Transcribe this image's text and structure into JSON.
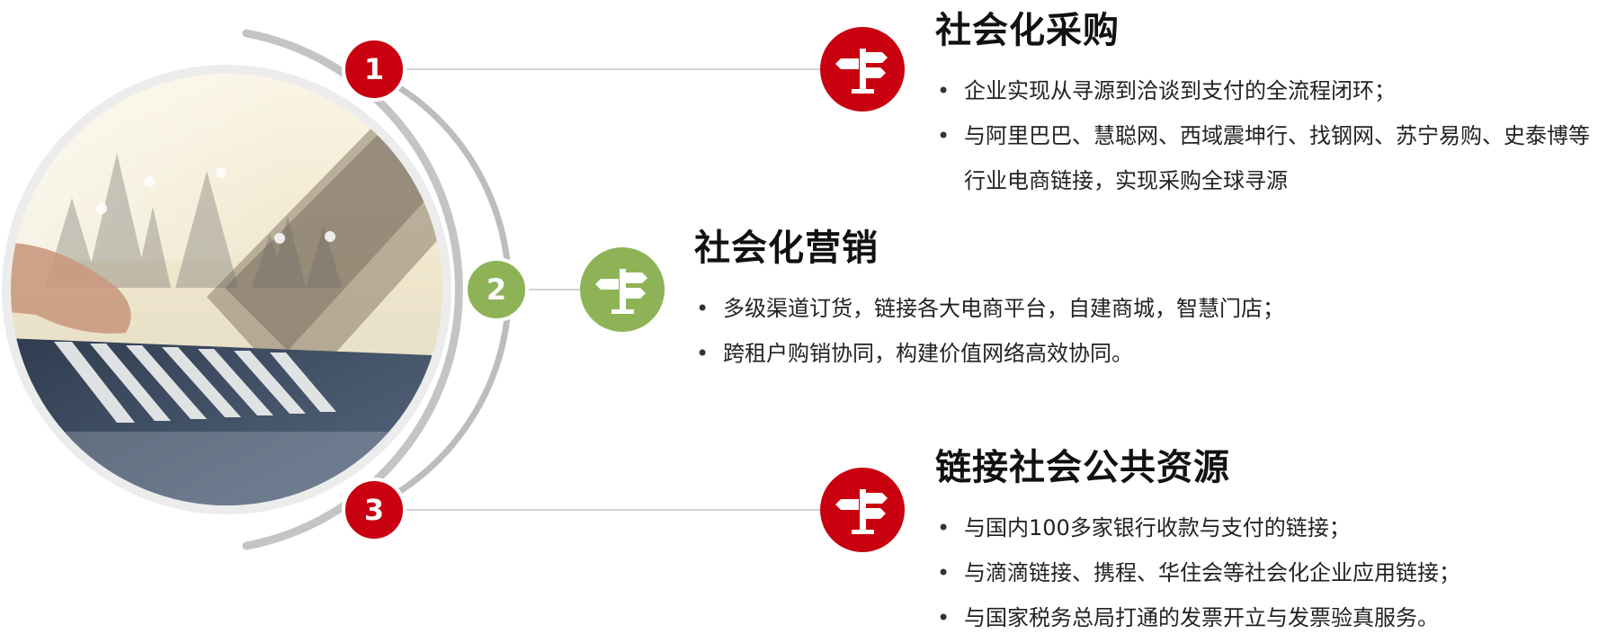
{
  "steps": [
    {
      "number": "1",
      "color": "#c8000f"
    },
    {
      "number": "2",
      "color": "#8db356"
    },
    {
      "number": "3",
      "color": "#c8000f"
    }
  ],
  "icons": [
    {
      "name": "signpost-icon",
      "color": "#c8000f"
    },
    {
      "name": "signpost-icon",
      "color": "#8db356"
    },
    {
      "name": "signpost-icon",
      "color": "#c8000f"
    }
  ],
  "sections": [
    {
      "title": "社会化采购",
      "bullets": [
        "企业实现从寻源到洽谈到支付的全流程闭环；",
        "与阿里巴巴、慧聪网、西域震坤行、找钢网、苏宁易购、史泰博等行业电商链接，实现采购全球寻源"
      ]
    },
    {
      "title": "社会化营销",
      "bullets": [
        "多级渠道订货，链接各大电商平台，自建商城，智慧门店；",
        "跨租户购销协同，构建价值网络高效协同。"
      ]
    },
    {
      "title": "链接社会公共资源",
      "bullets": [
        "与国内100多家银行收款与支付的链接；",
        "与滴滴链接、携程、华住会等社会化企业应用链接；",
        "与国家税务总局打通的发票开立与发票验真服务。"
      ]
    }
  ]
}
